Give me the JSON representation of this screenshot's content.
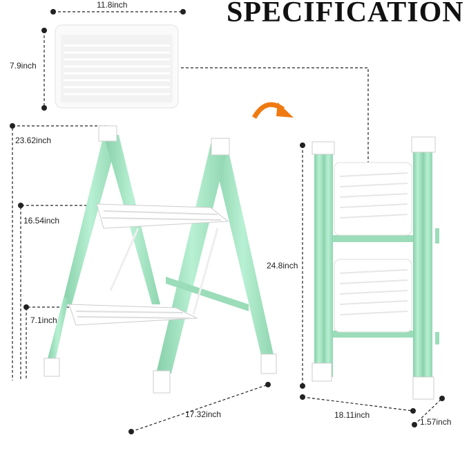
{
  "title": "SPECIFICATION",
  "colors": {
    "frame": "#a9e7c6",
    "frame_dark": "#86cfa9",
    "step": "#ffffff",
    "arrow": "#f07a12",
    "dim_line": "#222222"
  },
  "dimensions": {
    "step_width": "11.8inch",
    "step_depth": "7.9inch",
    "total_height": "23.62inch",
    "top_step_height": "16.54inch",
    "bottom_step_height": "7.1inch",
    "base_depth": "17.32inch",
    "folded_height": "24.8inch",
    "folded_width": "18.11inch",
    "folded_thickness": "1.57inch"
  },
  "icons": {
    "fold_arrow": "curved-arrow-icon"
  }
}
